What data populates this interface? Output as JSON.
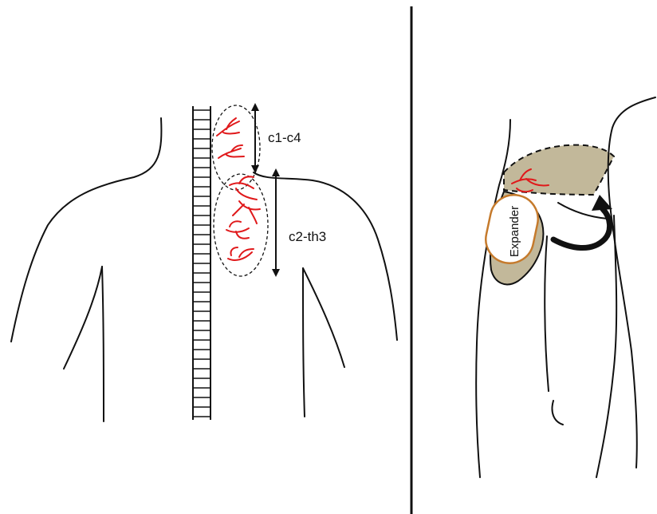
{
  "labels": {
    "upper_range": "c1-c4",
    "lower_range": "c2-th3",
    "expander": "Expander"
  },
  "colors": {
    "outline": "#111111",
    "vessels": "#e0191b",
    "flap_fill": "#c2b89a",
    "expander_border": "#c57a2c",
    "background": "#ffffff"
  },
  "icons": {
    "vertical_arrows": "double-headed-arrow",
    "rotation_arrow": "curved-arrow"
  }
}
